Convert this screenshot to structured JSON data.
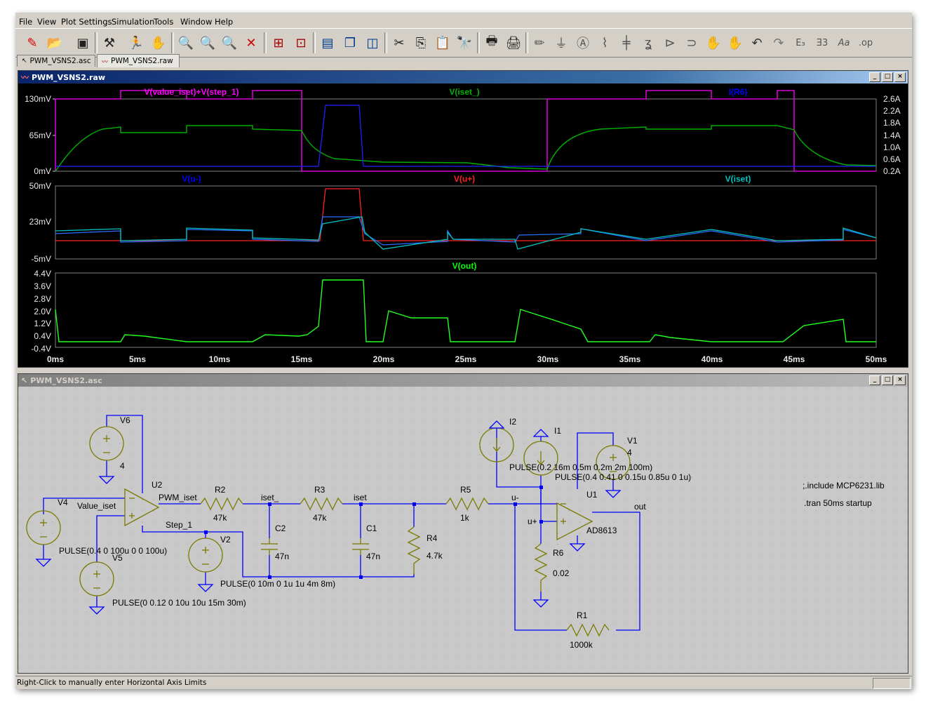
{
  "menu": [
    "File",
    "View",
    "Plot Settings",
    "Simulation",
    "Tools",
    "Window",
    "Help"
  ],
  "toolbar_icons": [
    "new-schematic-icon",
    "open-icon",
    "save-icon",
    "control-panel-icon",
    "run-icon",
    "halt-icon",
    "zoom-in-icon",
    "zoom-out-icon",
    "zoom-full-icon",
    "zoom-cancel-icon",
    "autorange-icon",
    "fit-icon",
    "tile-horizontal-icon",
    "cascade-icon",
    "tile-vertical-icon",
    "cut-icon",
    "copy-icon",
    "paste-icon",
    "find-icon",
    "print-icon",
    "print-setup-icon",
    "wire-icon",
    "ground-icon",
    "label-net-icon",
    "resistor-icon",
    "capacitor-icon",
    "inductor-icon",
    "diode-icon",
    "component-icon",
    "move-icon",
    "drag-icon",
    "undo-icon",
    "redo-icon",
    "rotate-icon",
    "mirror-icon",
    "text-icon",
    "spice-directive-icon"
  ],
  "tabs": [
    {
      "label": "PWM_VSNS2.asc",
      "active": false
    },
    {
      "label": "PWM_VSNS2.raw",
      "active": true
    }
  ],
  "wave_window": {
    "title": "PWM_VSNS2.raw",
    "x_ticks": [
      "0ms",
      "5ms",
      "10ms",
      "15ms",
      "20ms",
      "25ms",
      "30ms",
      "35ms",
      "40ms",
      "45ms",
      "50ms"
    ],
    "pane1": {
      "left_ticks": [
        "130mV",
        "65mV",
        "0mV"
      ],
      "right_ticks": [
        "2.6A",
        "2.2A",
        "1.8A",
        "1.4A",
        "1.0A",
        "0.6A",
        "0.2A"
      ],
      "traces": [
        {
          "label": "V(value_iset)+V(step_1)",
          "color": "#ff00ff"
        },
        {
          "label": "V(iset_)",
          "color": "#00b000"
        },
        {
          "label": "I(R6)",
          "color": "#0000ff"
        }
      ]
    },
    "pane2": {
      "left_ticks": [
        "50mV",
        "23mV",
        "-5mV"
      ],
      "traces": [
        {
          "label": "V(u-)",
          "color": "#0000ff"
        },
        {
          "label": "V(u+)",
          "color": "#ff0000"
        },
        {
          "label": "V(iset)",
          "color": "#00c0c0"
        }
      ]
    },
    "pane3": {
      "left_ticks": [
        "4.4V",
        "3.6V",
        "2.8V",
        "2.0V",
        "1.2V",
        "0.4V",
        "-0.4V"
      ],
      "traces": [
        {
          "label": "V(out)",
          "color": "#00ff00"
        }
      ]
    }
  },
  "schematic_window": {
    "title": "PWM_VSNS2.asc",
    "labels": {
      "V6": "V6",
      "V6_val": "4",
      "U2": "U2",
      "V4": "V4",
      "Value_iset": "Value_iset",
      "PWM_iset": "PWM_iset",
      "Step_1": "Step_1",
      "V4_pulse": "PULSE(0.4 0 100u 0 0 100u)",
      "V5": "V5",
      "V5_pulse": "PULSE(0 0.12 0 10u 10u 15m 30m)",
      "V2": "V2",
      "V2_pulse": "PULSE(0 10m 0 1u 1u 4m 8m)",
      "R2": "R2",
      "R2_val": "47k",
      "iset_": "iset_",
      "R3": "R3",
      "R3_val": "47k",
      "iset": "iset",
      "C2": "C2",
      "C2_val": "47n",
      "C1": "C1",
      "C1_val": "47n",
      "R4": "R4",
      "R4_val": "4.7k",
      "R5": "R5",
      "R5_val": "1k",
      "u_minus": "u-",
      "u_plus": "u+",
      "I2": "I2",
      "I2_pulse": "PULSE(0.2 16m 0.5m 0.2m 2m 100m)",
      "I1": "I1",
      "I1_pulse": "PULSE(0.4 0.41 0 0.15u 0.85u 0 1u)",
      "V1": "V1",
      "V1_val": "4",
      "U1": "U1",
      "U1_model": "AD8613",
      "out": "out",
      "R6": "R6",
      "R6_val": "0.02",
      "R1": "R1",
      "R1_val": "1000k",
      "include": ";.include MCP6231.lib",
      "tran": ".tran 50ms startup"
    }
  },
  "status": "Right-Click to manually enter Horizontal Axis Limits"
}
